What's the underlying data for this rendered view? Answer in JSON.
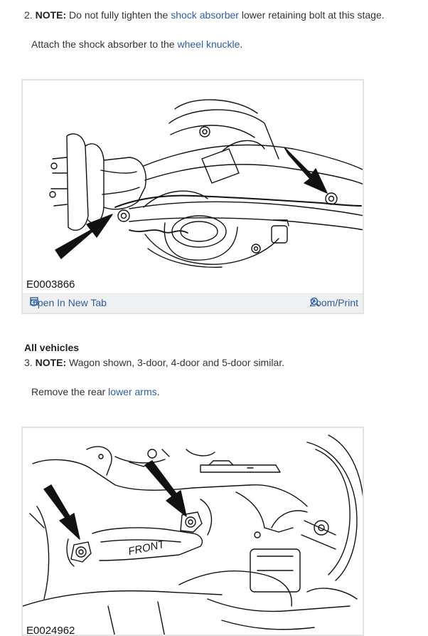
{
  "step2": {
    "number": "2.",
    "note_label": "NOTE:",
    "note_pre": " Do not fully tighten the ",
    "note_link": "shock absorber",
    "note_post": " lower retaining bolt at this stage.",
    "instr_pre": "Attach the shock absorber to the ",
    "instr_link": "wheel knuckle",
    "instr_post": "."
  },
  "figure1": {
    "code": "E0003866",
    "open_label": "Open In New Tab",
    "zoom_label": "Zoom/Print",
    "open_icon": "open-in-new-tab-icon",
    "zoom_icon": "magnifier-plus-icon"
  },
  "section": {
    "heading": "All vehicles"
  },
  "step3": {
    "number": "3.",
    "note_label": "NOTE:",
    "note_text": " Wagon shown, 3-door, 4-door and 5-door similar.",
    "instr_pre": "Remove the rear ",
    "instr_link": "lower arms",
    "instr_post": "."
  },
  "figure2": {
    "code": "E0024962",
    "part_label": "FRONT"
  },
  "colors": {
    "link": "#2f5e9e",
    "bar": "#eef0f2",
    "border": "#e2e2e2"
  }
}
